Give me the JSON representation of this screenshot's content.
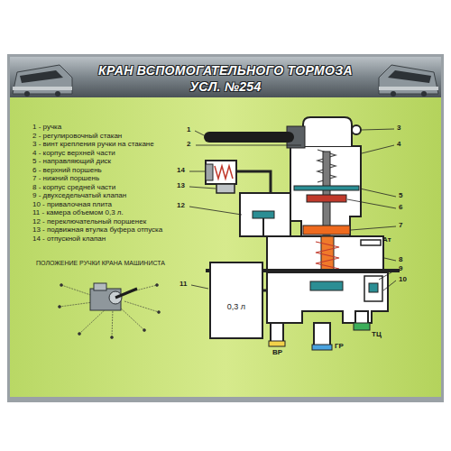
{
  "diagram": {
    "title": "КРАН ВСПОМОГАТЕЛЬНОГО ТОРМОЗА УСЛ. №254",
    "nodes": [
      {
        "text": [
          "0,3 л"
        ]
      }
    ],
    "labels": [
      "1 - ручка",
      "2 - регулировочный стакан",
      "3 - винт крепления ручки на стакане",
      "4 - корпус верхней части",
      "5 - направляющий диск",
      "6 - верхний поршень",
      "7 - нижний поршень",
      "8 - корпус средней части",
      "9 - двухседельчатый клапан",
      "10 - привалочная плита",
      "11 - камера объемом 0,3 л.",
      "12 - переключательный поршенек",
      "13 - подвижная втулка буфера отпуска",
      "14 - отпускной клапан",
      "ПОЛОЖЕНИЕ РУЧКИ КРАНА МАШИНИСТА",
      "1",
      "2",
      "3",
      "4",
      "14",
      "13",
      "12",
      "5",
      "6",
      "7",
      "Ат",
      "8",
      "9",
      "10",
      "11",
      "ВР",
      "ГР",
      "ТЦ"
    ]
  }
}
